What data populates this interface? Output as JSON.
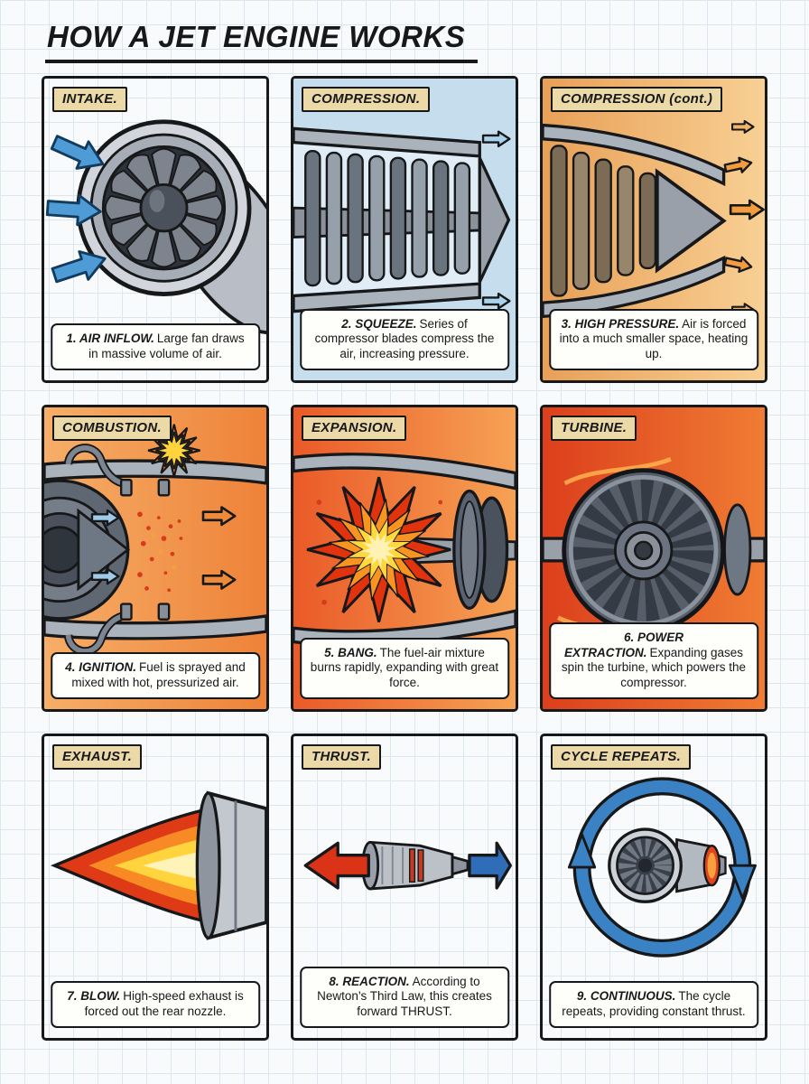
{
  "title": "HOW A JET ENGINE WORKS",
  "colors": {
    "paper": "#f8fafc",
    "grid_line": "#dbe6ef",
    "ink": "#17181a",
    "label_bg": "#ecd9a8",
    "cool_air_blue": "#4f9bd6",
    "hot_air_orange": "#f29b3f",
    "flame_red": "#de3a16",
    "flame_orange": "#f78a24",
    "flame_yellow": "#ffd43c",
    "thrust_red": "#da3318",
    "thrust_blue": "#2f6db8",
    "cycle_blue": "#3b82c4",
    "metal_gray": "#aab2bc"
  },
  "panels": [
    {
      "label": "INTAKE.",
      "illustration": "intake-fan-front-view",
      "caption_lead": "1. AIR INFLOW.",
      "caption_text": "Large fan draws in massive volume of air."
    },
    {
      "label": "COMPRESSION.",
      "illustration": "compressor-blade-rows",
      "caption_lead": "2. SQUEEZE.",
      "caption_text": "Series of compressor blades compress the air, increasing pressure."
    },
    {
      "label": "COMPRESSION (cont.)",
      "illustration": "compressor-high-pressure-cone",
      "caption_lead": "3. HIGH PRESSURE.",
      "caption_text": "Air is forced into a much smaller space, heating up."
    },
    {
      "label": "COMBUSTION.",
      "illustration": "combustion-chamber-fuel-injectors",
      "caption_lead": "4. IGNITION.",
      "caption_text": "Fuel is sprayed and mixed with hot, pressurized air."
    },
    {
      "label": "EXPANSION.",
      "illustration": "fuel-air-explosion-turbine",
      "caption_lead": "5. BANG.",
      "caption_text": "The fuel-air mixture burns rapidly, expanding with great force."
    },
    {
      "label": "TURBINE.",
      "illustration": "turbine-wheel-on-shaft",
      "caption_lead": "6. POWER EXTRACTION.",
      "caption_text": "Expanding gases spin the turbine, which powers the compressor."
    },
    {
      "label": "EXHAUST.",
      "illustration": "exhaust-nozzle-flame",
      "caption_lead": "7. BLOW.",
      "caption_text": "High-speed exhaust is forced out the rear nozzle."
    },
    {
      "label": "THRUST.",
      "illustration": "thrust-reaction-arrows",
      "caption_lead": "8. REACTION.",
      "caption_text": "According to Newton's Third Law, this creates forward THRUST."
    },
    {
      "label": "CYCLE REPEATS.",
      "illustration": "engine-cycle-arrows",
      "caption_lead": "9. CONTINUOUS.",
      "caption_text": "The cycle repeats, providing constant thrust."
    }
  ]
}
